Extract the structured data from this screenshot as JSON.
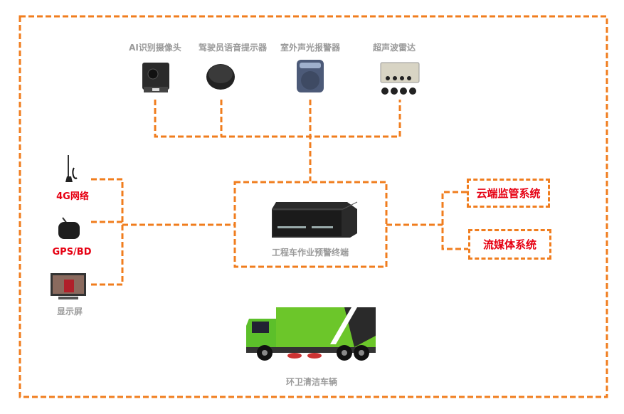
{
  "peripherals_top": [
    {
      "label": "AI识别摄像头",
      "icon": "camera-icon"
    },
    {
      "label": "驾驶员语音提示器",
      "icon": "speaker-icon"
    },
    {
      "label": "室外声光报警器",
      "icon": "alarm-icon"
    },
    {
      "label": "超声波雷达",
      "icon": "radar-icon"
    }
  ],
  "peripherals_left": [
    {
      "label": "4G网络",
      "icon": "antenna-icon"
    },
    {
      "label": "GPS/BD",
      "icon": "gps-icon"
    },
    {
      "label": "显示屏",
      "icon": "monitor-icon"
    }
  ],
  "terminal": {
    "label": "工程车作业预警终端",
    "icon": "terminal-device-icon"
  },
  "systems": [
    {
      "label": "云端监管系统"
    },
    {
      "label": "流媒体系统"
    }
  ],
  "vehicle": {
    "label": "环卫清洁车辆",
    "icon": "sweeper-truck-icon"
  },
  "colors": {
    "line": "#f07d1e",
    "highlight": "#e60012",
    "label": "#9a9a9a"
  }
}
